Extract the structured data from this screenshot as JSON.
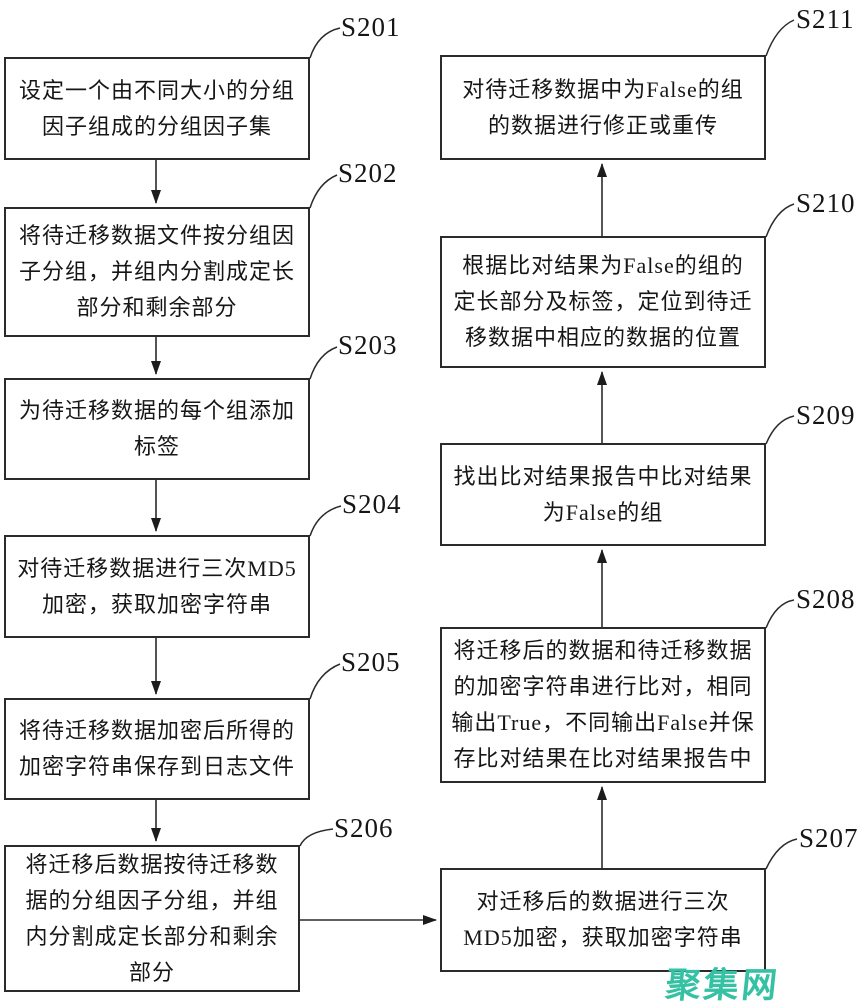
{
  "figure": {
    "type": "flowchart",
    "steps": {
      "s201": {
        "label": "S201",
        "text": "设定一个由不同大小的分组\n因子组成的分组因子集"
      },
      "s202": {
        "label": "S202",
        "text": "将待迁移数据文件按分组因\n子分组，并组内分割成定长\n部分和剩余部分"
      },
      "s203": {
        "label": "S203",
        "text": "为待迁移数据的每个组添加\n标签"
      },
      "s204": {
        "label": "S204",
        "text": "对待迁移数据进行三次MD5\n加密，获取加密字符串"
      },
      "s205": {
        "label": "S205",
        "text": "将待迁移数据加密后所得的\n加密字符串保存到日志文件"
      },
      "s206": {
        "label": "S206",
        "text": "将迁移后数据按待迁移数\n据的分组因子分组，并组\n内分割成定长部分和剩余\n部分"
      },
      "s207": {
        "label": "S207",
        "text": "对迁移后的数据进行三次\nMD5加密，获取加密字符串"
      },
      "s208": {
        "label": "S208",
        "text": "将迁移后的数据和待迁移数据\n的加密字符串进行比对，相同\n输出True，不同输出False并保\n存比对结果在比对结果报告中"
      },
      "s209": {
        "label": "S209",
        "text": "找出比对结果报告中比对结果\n为False的组"
      },
      "s210": {
        "label": "S210",
        "text": "根据比对结果为False的组的\n定长部分及标签，定位到待迁\n移数据中相应的数据的位置"
      },
      "s211": {
        "label": "S211",
        "text": "对待迁移数据中为False的组\n的数据进行修正或重传"
      }
    },
    "colors": {
      "line": "#2b2b2b",
      "text": "#161616",
      "watermark": "#35c1a3"
    },
    "watermark": {
      "text": "聚集网"
    }
  }
}
